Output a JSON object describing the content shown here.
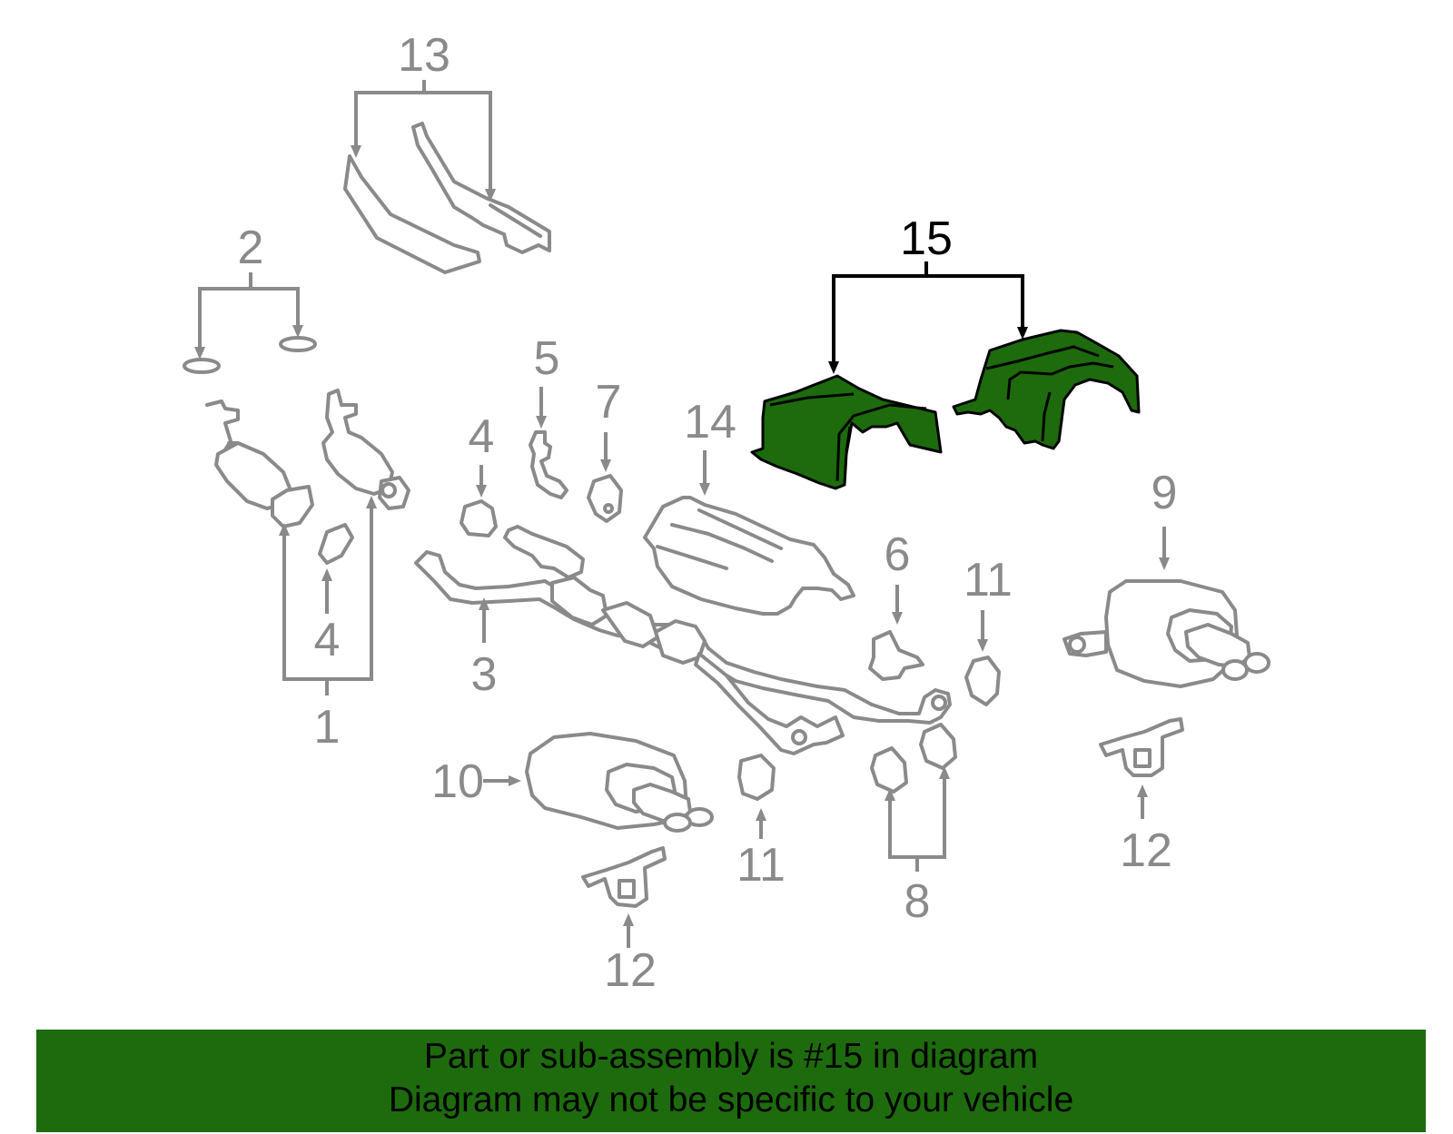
{
  "diagram": {
    "highlight_color": "#1d6b0d",
    "line_color": "#8a8a8a",
    "callouts": [
      {
        "id": "c1",
        "label": "1"
      },
      {
        "id": "c2",
        "label": "2"
      },
      {
        "id": "c3",
        "label": "3"
      },
      {
        "id": "c4a",
        "label": "4"
      },
      {
        "id": "c4b",
        "label": "4"
      },
      {
        "id": "c5",
        "label": "5"
      },
      {
        "id": "c6",
        "label": "6"
      },
      {
        "id": "c7",
        "label": "7"
      },
      {
        "id": "c8",
        "label": "8"
      },
      {
        "id": "c9",
        "label": "9"
      },
      {
        "id": "c10",
        "label": "10"
      },
      {
        "id": "c11a",
        "label": "11"
      },
      {
        "id": "c11b",
        "label": "11"
      },
      {
        "id": "c12a",
        "label": "12"
      },
      {
        "id": "c12b",
        "label": "12"
      },
      {
        "id": "c13",
        "label": "13"
      },
      {
        "id": "c14",
        "label": "14"
      },
      {
        "id": "c15",
        "label": "15"
      }
    ]
  },
  "banner": {
    "line1": "Part or sub-assembly is #15 in diagram",
    "line2": "Diagram may not be specific to your vehicle"
  }
}
